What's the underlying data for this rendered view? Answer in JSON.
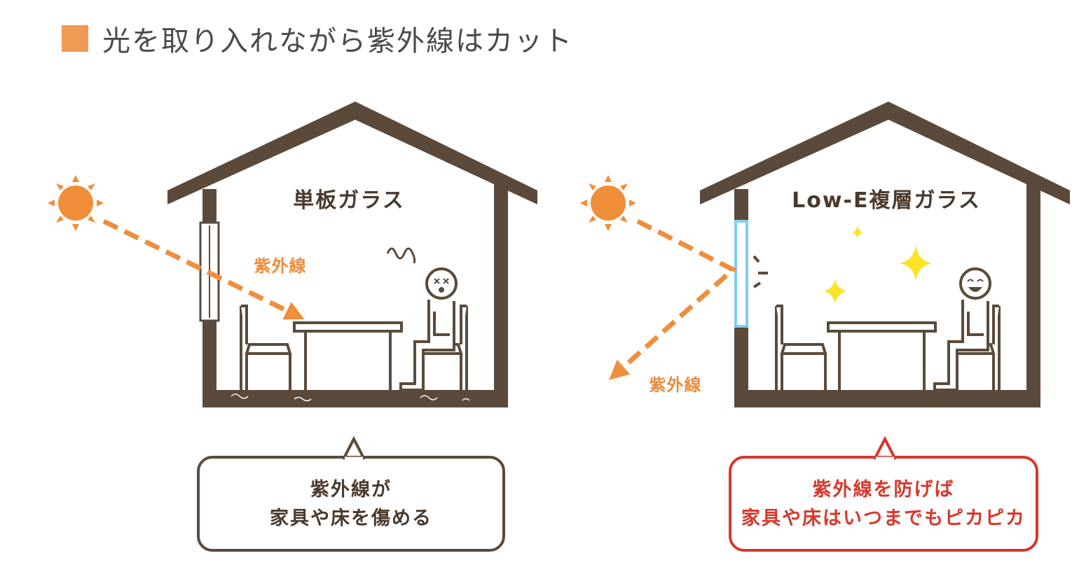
{
  "header": {
    "title": "光を取り入れながら紫外線はカット",
    "bullet_color": "#ef9a55"
  },
  "left": {
    "house_label": "単板ガラス",
    "uv_label": "紫外線",
    "callout_line1": "紫外線が",
    "callout_line2": "家具や床を傷める"
  },
  "right": {
    "house_label": "Low-E複層ガラス",
    "uv_label": "紫外線",
    "callout_line1": "紫外線を防げば",
    "callout_line2": "家具や床はいつまでもピカピカ"
  },
  "colors": {
    "house": "#5b4a3b",
    "uv": "#ef8e3c",
    "sun": "#f08e3a",
    "warning": "#d8372b",
    "glass": "#7fcdf0",
    "sparkle": "#fbe427"
  },
  "icons": [
    "sun-icon",
    "person-dizzy-icon",
    "person-happy-icon",
    "sparkle-icon",
    "chair-icon",
    "table-icon"
  ]
}
